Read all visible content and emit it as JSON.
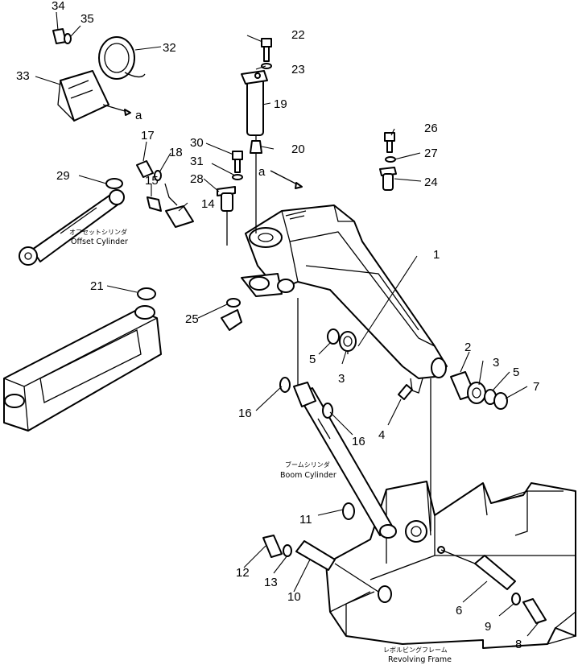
{
  "callouts": [
    "1",
    "2",
    "3",
    "3",
    "4",
    "5",
    "5",
    "6",
    "7",
    "8",
    "9",
    "10",
    "11",
    "12",
    "13",
    "14",
    "15",
    "16",
    "16",
    "17",
    "18",
    "19",
    "20",
    "21",
    "22",
    "23",
    "24",
    "25",
    "26",
    "27",
    "28",
    "29",
    "30",
    "31",
    "32",
    "33",
    "34",
    "35"
  ],
  "ref_marks": [
    "a",
    "a"
  ],
  "captions": {
    "offset_cylinder_jp": "オフセットシリンダ",
    "offset_cylinder_en": "Offset Cylinder",
    "boom_cylinder_jp": "ブームシリンダ",
    "boom_cylinder_en": "Boom Cylinder",
    "revolving_frame_jp": "レボルビングフレーム",
    "revolving_frame_en": "Revolving Frame"
  }
}
